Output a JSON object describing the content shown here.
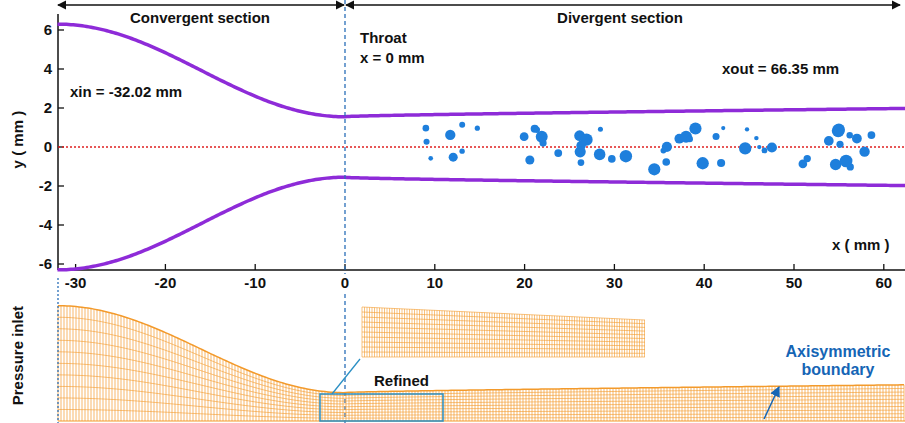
{
  "diagram": {
    "labels": [
      "Convergent section",
      "Divergent section",
      "Throat",
      "x = 0 mm",
      "xin = -32.02 mm",
      "xout = 66.35 mm",
      "y ( mm )",
      "x ( mm )",
      "6",
      "4",
      "2",
      "0",
      "-2",
      "-4",
      "-6",
      "-30",
      "-20",
      "-10",
      "0",
      "10",
      "20",
      "30",
      "40",
      "50",
      "60",
      "Pressure inlet",
      "Refined",
      "Axisymmetric boundary"
    ]
  }
}
